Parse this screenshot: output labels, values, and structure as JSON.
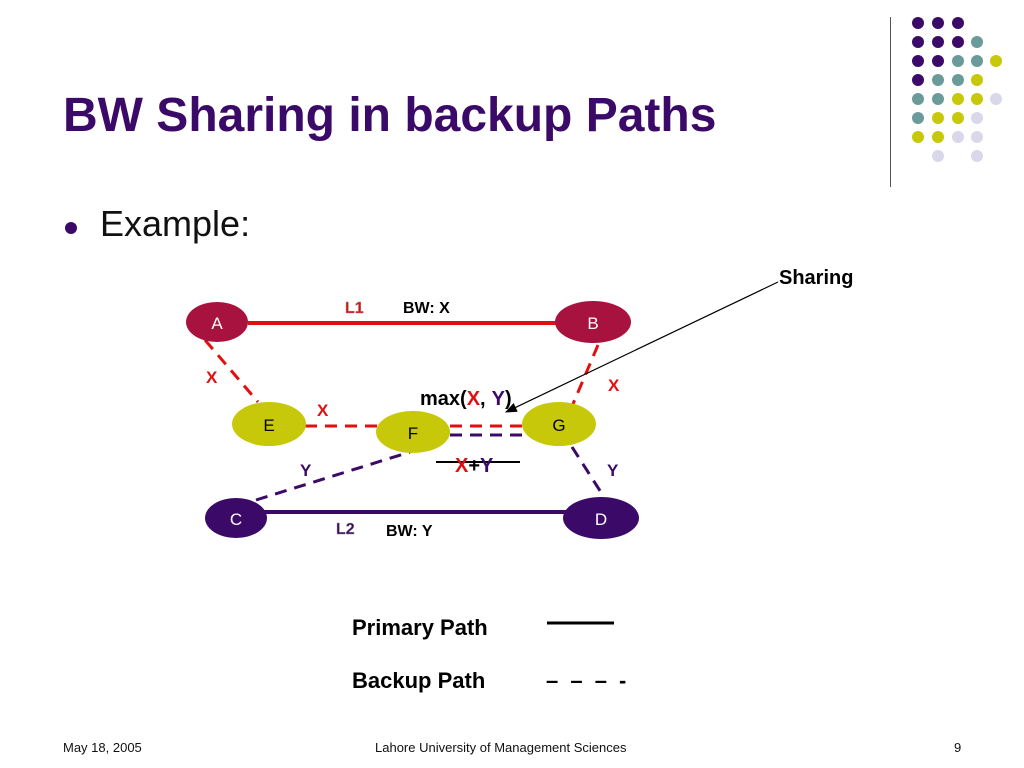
{
  "slide": {
    "title": "BW Sharing in backup Paths",
    "bullet": "Example:"
  },
  "diagram": {
    "nodes": {
      "A": "A",
      "B": "B",
      "C": "C",
      "D": "D",
      "E": "E",
      "F": "F",
      "G": "G"
    },
    "link_labels": {
      "l1": "L1",
      "l1_bw": "BW: X",
      "l2": "L2",
      "l2_bw": "BW: Y"
    },
    "edge_labels": {
      "ae": "X",
      "ef": "X",
      "bg": "X",
      "cf": "Y",
      "gd": "Y"
    },
    "sharing": {
      "label": "Sharing",
      "max_prefix": "max(",
      "max_x": "X",
      "max_comma": ",",
      "max_y": "Y",
      "max_suffix": ")",
      "sum_x": "X",
      "sum_plus": "+",
      "sum_y": "Y"
    },
    "colors": {
      "red": "#e01010",
      "purple": "#3b0a68",
      "crimson": "#a8123f",
      "olive": "#c8c80a"
    }
  },
  "legend": {
    "primary": "Primary Path",
    "backup": "Backup Path",
    "backup_sample": "– – – -"
  },
  "footer": {
    "date": "May 18, 2005",
    "center": "Lahore University of Management Sciences",
    "page": "9"
  }
}
